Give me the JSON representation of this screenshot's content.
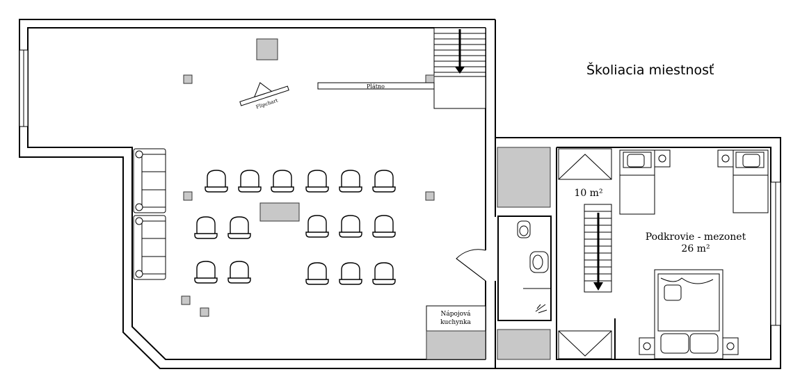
{
  "title": "Školiacia miestnosť",
  "labels": {
    "flipchart": "Flipchart",
    "screen": "Plátno",
    "kitchen_line1": "Nápojová",
    "kitchen_line2": "kuchynka",
    "small_room_area": "10 m²",
    "attic_line1": "Podkrovie - mezonet",
    "attic_line2": "26 m²"
  },
  "colors": {
    "walls": "#000000",
    "fill_grey": "#c8c8c8",
    "background": "#ffffff"
  }
}
